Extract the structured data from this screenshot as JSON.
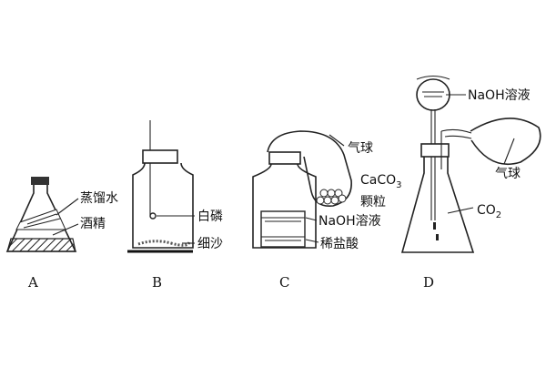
{
  "figure": {
    "panel_a": {
      "caption": "A",
      "labels": {
        "water": "蒸馏水",
        "alcohol": "酒精"
      }
    },
    "panel_b": {
      "caption": "B",
      "labels": {
        "phosphorus": "白磷",
        "sand": "细沙"
      }
    },
    "panel_c": {
      "caption": "C",
      "labels": {
        "balloon": "气球",
        "caco3_prefix": "CaCO",
        "caco3_sub": "3",
        "particles": "颗粒",
        "naoh": "NaOH溶液",
        "acid": "稀盐酸"
      }
    },
    "panel_d": {
      "caption": "D",
      "labels": {
        "naoh": "NaOH溶液",
        "balloon": "气球",
        "co2_prefix": "CO",
        "co2_sub": "2"
      }
    }
  }
}
